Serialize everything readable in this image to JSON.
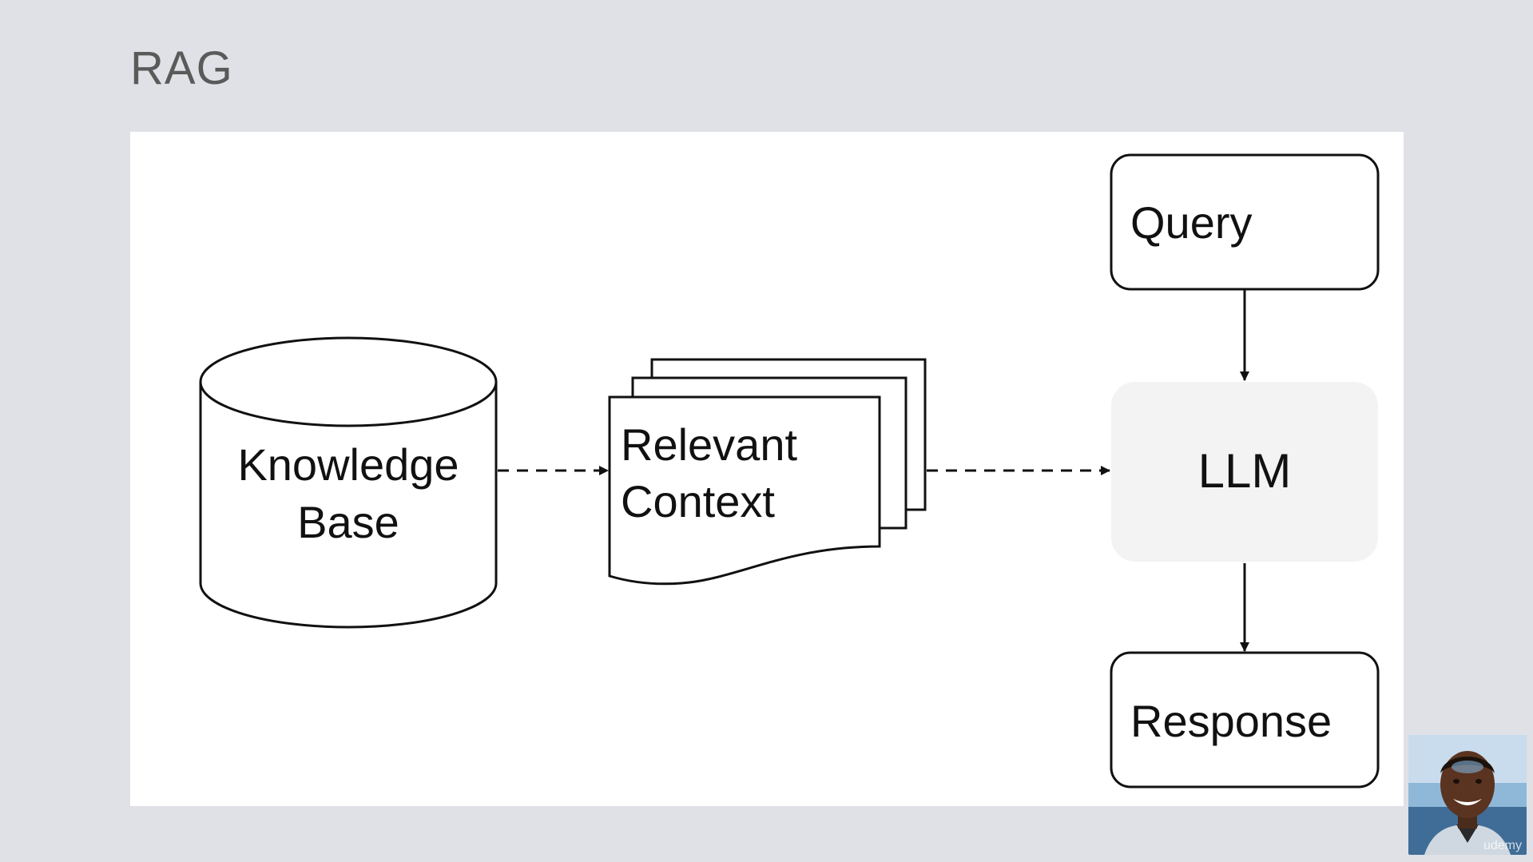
{
  "slide": {
    "title": "RAG"
  },
  "diagram": {
    "nodes": {
      "knowledge_base": {
        "line1": "Knowledge",
        "line2": "Base",
        "shape": "cylinder"
      },
      "relevant_context": {
        "line1": "Relevant",
        "line2": "Context",
        "shape": "stacked-documents"
      },
      "query": {
        "label": "Query",
        "shape": "rounded-rectangle"
      },
      "llm": {
        "label": "LLM",
        "shape": "rounded-rectangle-filled",
        "fill": "#f3f3f3"
      },
      "response": {
        "label": "Response",
        "shape": "rounded-rectangle"
      }
    },
    "edges": [
      {
        "from": "knowledge_base",
        "to": "relevant_context",
        "style": "dashed"
      },
      {
        "from": "relevant_context",
        "to": "llm",
        "style": "dashed"
      },
      {
        "from": "query",
        "to": "llm",
        "style": "solid"
      },
      {
        "from": "llm",
        "to": "response",
        "style": "solid"
      }
    ]
  },
  "presenter": {
    "watermark": "udemy"
  },
  "colors": {
    "background": "#dfe1e6",
    "panel": "#ffffff",
    "title_text": "#5a5a5a",
    "stroke": "#111111",
    "llm_fill": "#f3f3f3"
  }
}
